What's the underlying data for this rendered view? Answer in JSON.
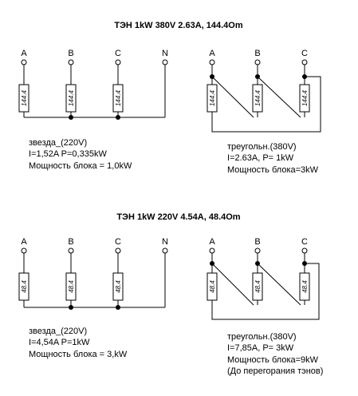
{
  "sections": [
    {
      "title": "ТЭН 1kW  380V  2.63A, 144.4Om",
      "resistor_label": "144.4",
      "star": {
        "terminals": [
          "A",
          "B",
          "C",
          "N"
        ],
        "lines": [
          "звезда_(220V)",
          "I=1,52A  P=0,335kW",
          "Мощность блока = 1,0kW"
        ]
      },
      "delta": {
        "terminals": [
          "A",
          "B",
          "C"
        ],
        "lines": [
          "треугольн.(380V)",
          "I=2.63A, P= 1kW",
          "Мощность блока=3kW"
        ]
      }
    },
    {
      "title": "ТЭН 1kW  220V  4.54A, 48.4Om",
      "resistor_label": "48.4",
      "star": {
        "terminals": [
          "A",
          "B",
          "C",
          "N"
        ],
        "lines": [
          "звезда_(220V)",
          "I=4,54A  P=1kW",
          "Мощность блока = 3,kW"
        ]
      },
      "delta": {
        "terminals": [
          "A",
          "B",
          "C"
        ],
        "lines": [
          "треугольн.(380V)",
          "I=7,85A, P= 3kW",
          "Мощность блока=9kW",
          "(До перегорания тэнов)"
        ]
      }
    }
  ]
}
